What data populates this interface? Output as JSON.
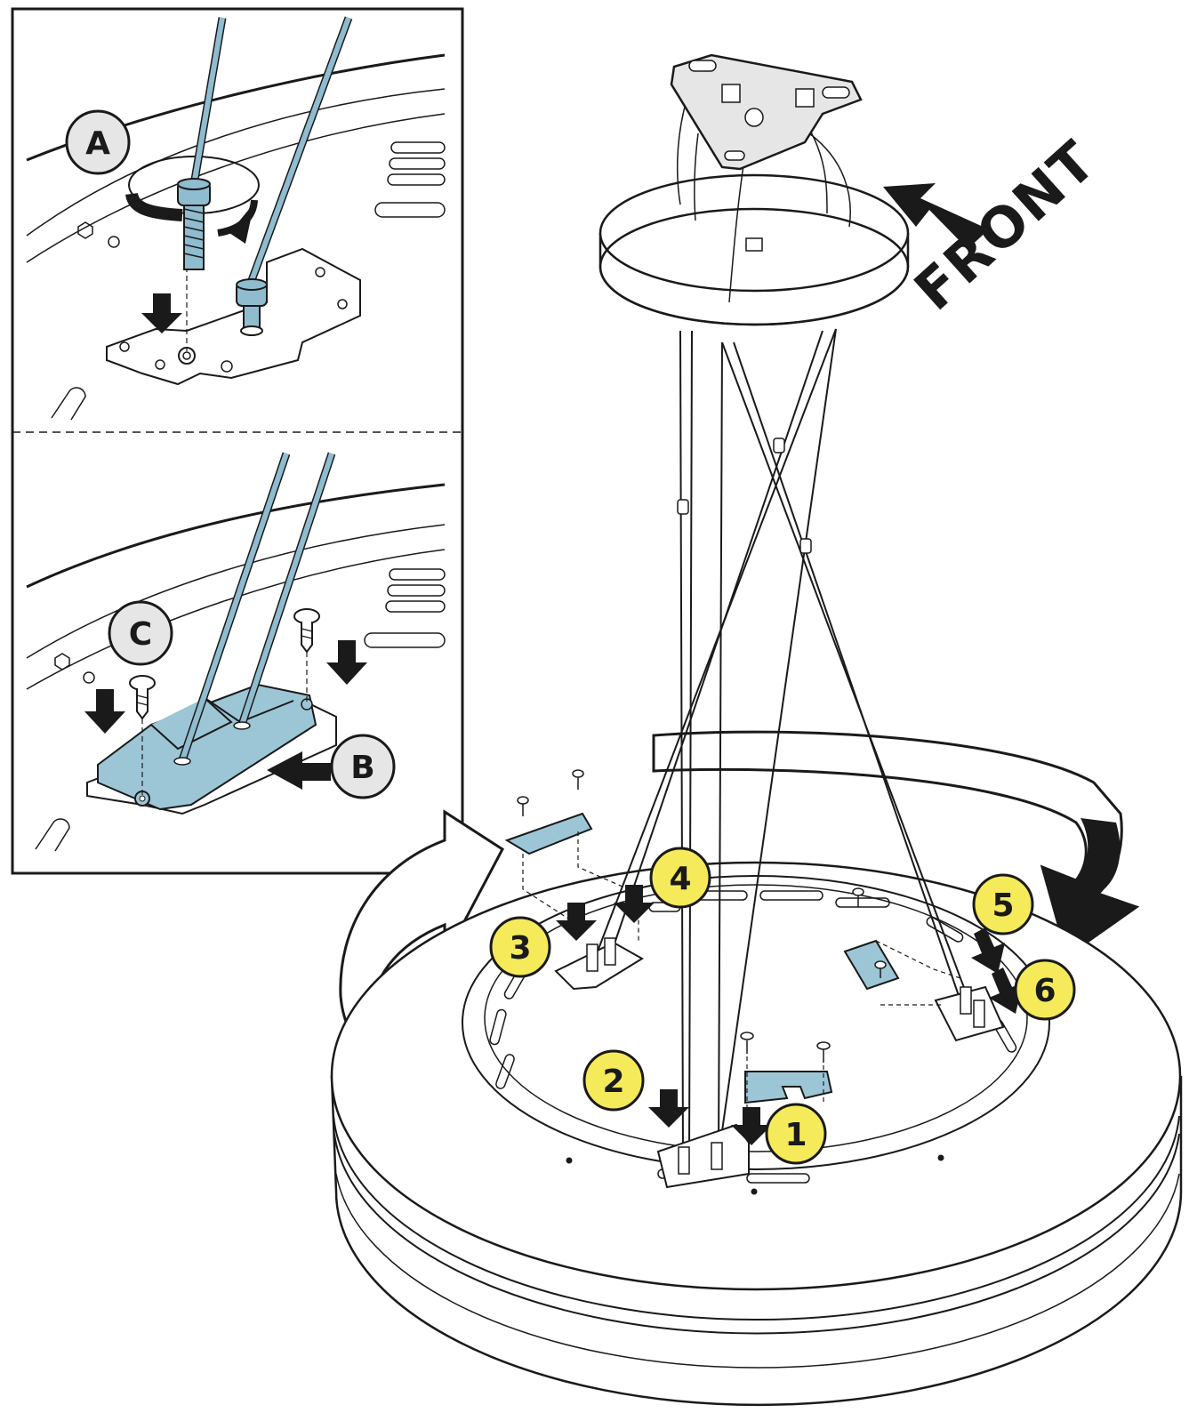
{
  "colors": {
    "line": "#1a1a1a",
    "cable_blue": "#8fbccf",
    "part_blue": "#9cc6d6",
    "step_yellow": "#f5ea5a",
    "label_gray": "#e6e6e6",
    "background": "#ffffff"
  },
  "inset": {
    "label_a": "A",
    "label_b": "B",
    "label_c": "C"
  },
  "main": {
    "front_label": "FRONT",
    "steps": [
      "1",
      "2",
      "3",
      "4",
      "5",
      "6"
    ]
  }
}
